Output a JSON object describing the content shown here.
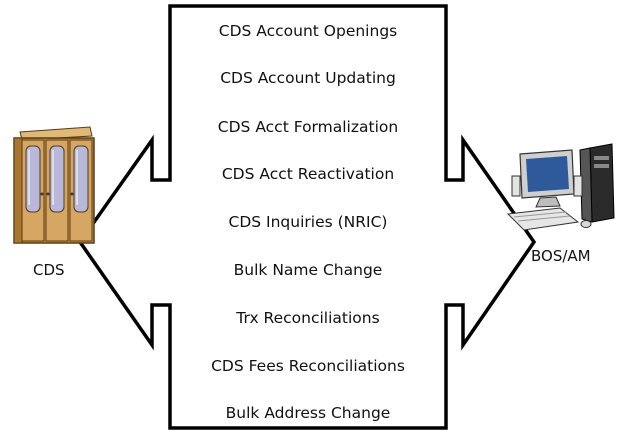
{
  "left_node": {
    "label": "CDS",
    "icon": "cabinet-icon"
  },
  "right_node": {
    "label": "BOS/AM",
    "icon": "desktop-computer-icon"
  },
  "items": [
    "CDS Account Openings",
    "CDS Account Updating",
    "CDS Acct Formalization",
    "CDS Acct Reactivation",
    "CDS Inquiries (NRIC)",
    "Bulk Name Change",
    "Trx Reconciliations",
    "CDS Fees Reconciliations",
    "Bulk Address Change"
  ],
  "colors": {
    "outline": "#000000",
    "cabinet_wood": "#c8954f",
    "cabinet_glass": "#b9b8d8",
    "monitor_screen": "#2e5a9c"
  }
}
